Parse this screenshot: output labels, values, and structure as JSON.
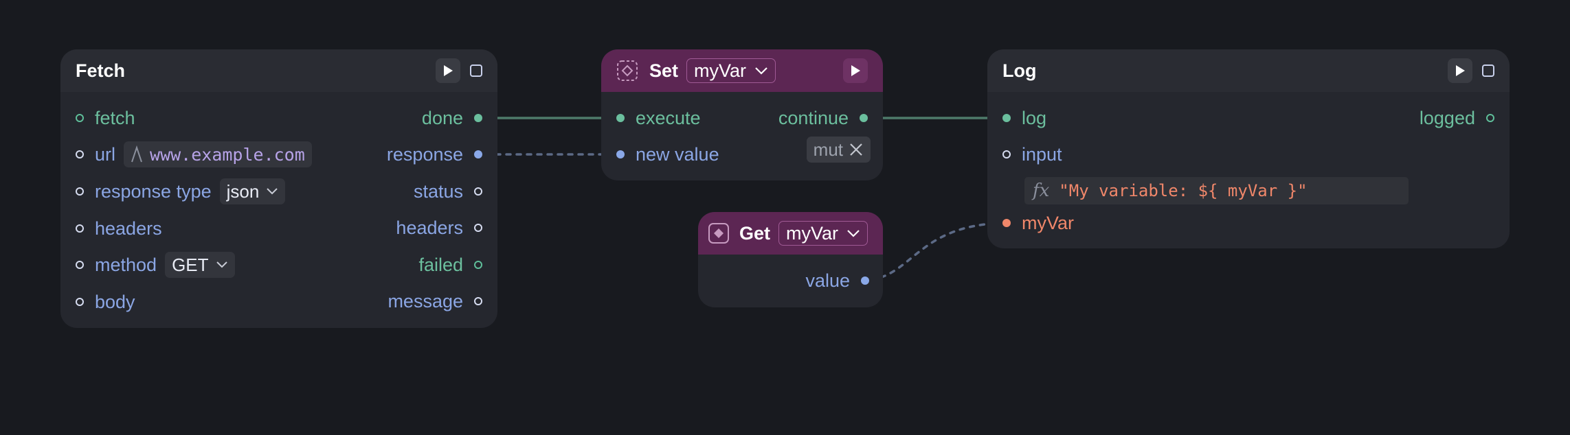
{
  "colors": {
    "background": "#181a1f",
    "node_body": "#25272e",
    "header_purple": "#5c2653",
    "exec_green": "#6cbf9e",
    "data_blue": "#8ba6e4",
    "string_orange": "#f0876a"
  },
  "nodes": {
    "fetch": {
      "title": "Fetch",
      "inputs": {
        "fetch": "fetch",
        "url": "url",
        "url_value": "www.example.com",
        "url_icon": "string-type-icon",
        "response_type": "response type",
        "response_type_value": "json",
        "headers": "headers",
        "method": "method",
        "method_value": "GET",
        "body": "body"
      },
      "outputs": {
        "done": "done",
        "response": "response",
        "status": "status",
        "headers": "headers",
        "failed": "failed",
        "message": "message"
      }
    },
    "set": {
      "title": "Set",
      "variable": "myVar",
      "icon": "dashed-diamond-icon",
      "inputs": {
        "execute": "execute",
        "new_value": "new value"
      },
      "outputs": {
        "continue": "continue"
      },
      "badge": "mut"
    },
    "get": {
      "title": "Get",
      "variable": "myVar",
      "icon": "diamond-icon",
      "outputs": {
        "value": "value"
      }
    },
    "log": {
      "title": "Log",
      "inputs": {
        "log": "log",
        "input": "input",
        "myvar": "myVar"
      },
      "outputs": {
        "logged": "logged"
      },
      "formula": "\"My variable: ${ myVar }\"",
      "formula_icon": "fx"
    }
  }
}
